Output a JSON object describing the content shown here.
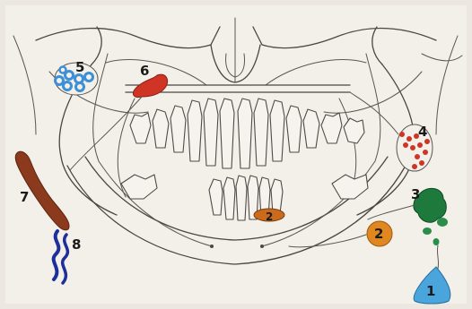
{
  "labels": {
    "l1": "1",
    "l2": "2",
    "l2b": "2",
    "l3": "3",
    "l4": "4",
    "l5": "5",
    "l6": "6",
    "l7": "7",
    "l8": "8"
  },
  "colors": {
    "paper": "#ece8e1",
    "red": "#cf3424",
    "brown": "#8b3a1e",
    "blue": "#3d8fd6",
    "navy": "#1c2f9a",
    "green": "#1e7a3c",
    "orange": "#e0871f",
    "light_blue": "#4aa5dc"
  }
}
